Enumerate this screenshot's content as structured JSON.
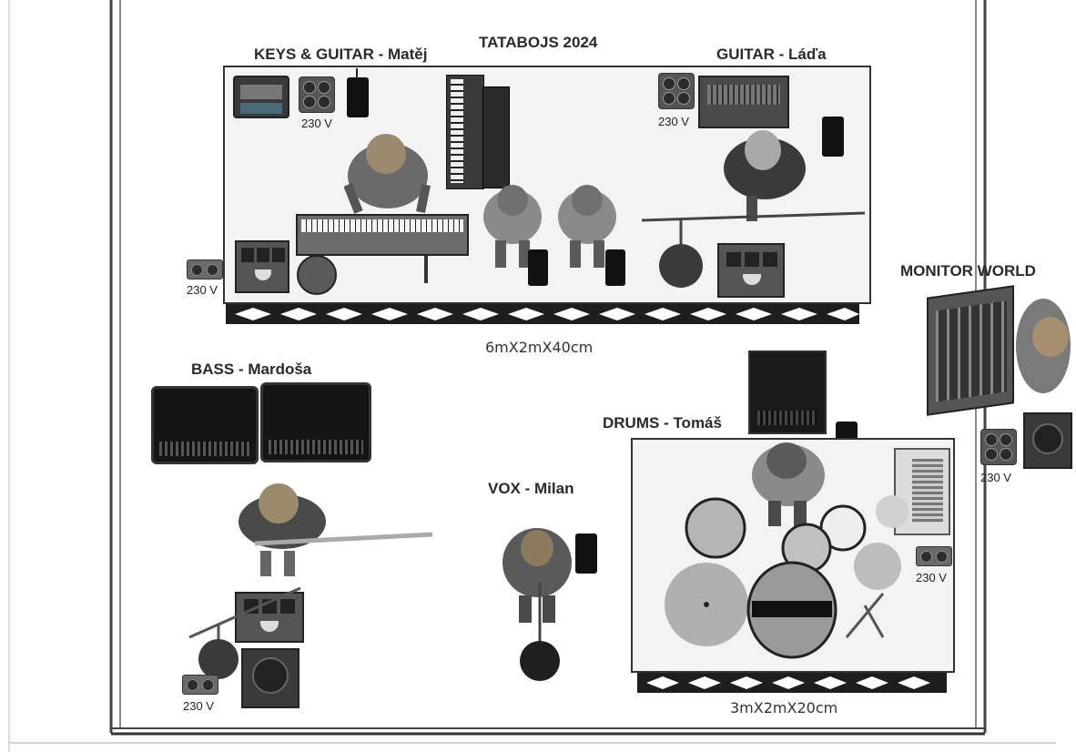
{
  "title": "TATABOJS 2024",
  "positions": {
    "keys_guitar": "KEYS & GUITAR - Matěj",
    "guitar": "GUITAR - Láďa",
    "monitor_world": "MONITOR WORLD",
    "bass": "BASS - Mardoša",
    "drums": "DRUMS - Tomáš",
    "vox": "VOX - Milan"
  },
  "risers": {
    "main": "6mX2mX40cm",
    "drums": "3mX2mX20cm"
  },
  "power": {
    "keys": "230 V",
    "guitar": "230 V",
    "left": "230 V",
    "monitor": "230 V",
    "drums": "230 V",
    "bass": "230 V"
  }
}
